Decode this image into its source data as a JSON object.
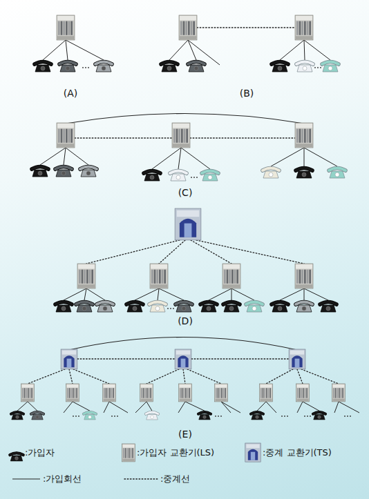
{
  "diagram": {
    "labels": [
      "(A)",
      "(B)",
      "(C)",
      "(D)",
      "(E)"
    ],
    "legend": [
      {
        "text": ":가입자"
      },
      {
        "text": ":가입자 교환기(LS)"
      },
      {
        "text": ":중계 교환기(TS)"
      },
      {
        "text": ":가입회선"
      },
      {
        "text": ":중계선"
      }
    ]
  }
}
